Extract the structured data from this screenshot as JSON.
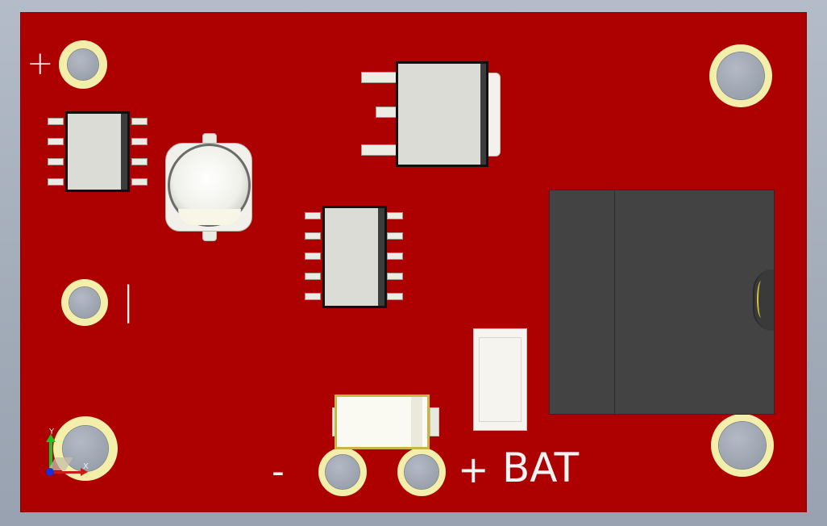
{
  "board": {
    "labels": {
      "top_plus": "+",
      "minus": "-",
      "plus": "+",
      "bat": "BAT",
      "side_bar": "|"
    },
    "colors": {
      "board": "#ad0000",
      "pad_ring": "#f3efaa",
      "silkscreen": "#f4f4f4",
      "background": "#a3acb9"
    }
  },
  "axis_triad": {
    "y_label": "Y",
    "x_label": "X"
  }
}
